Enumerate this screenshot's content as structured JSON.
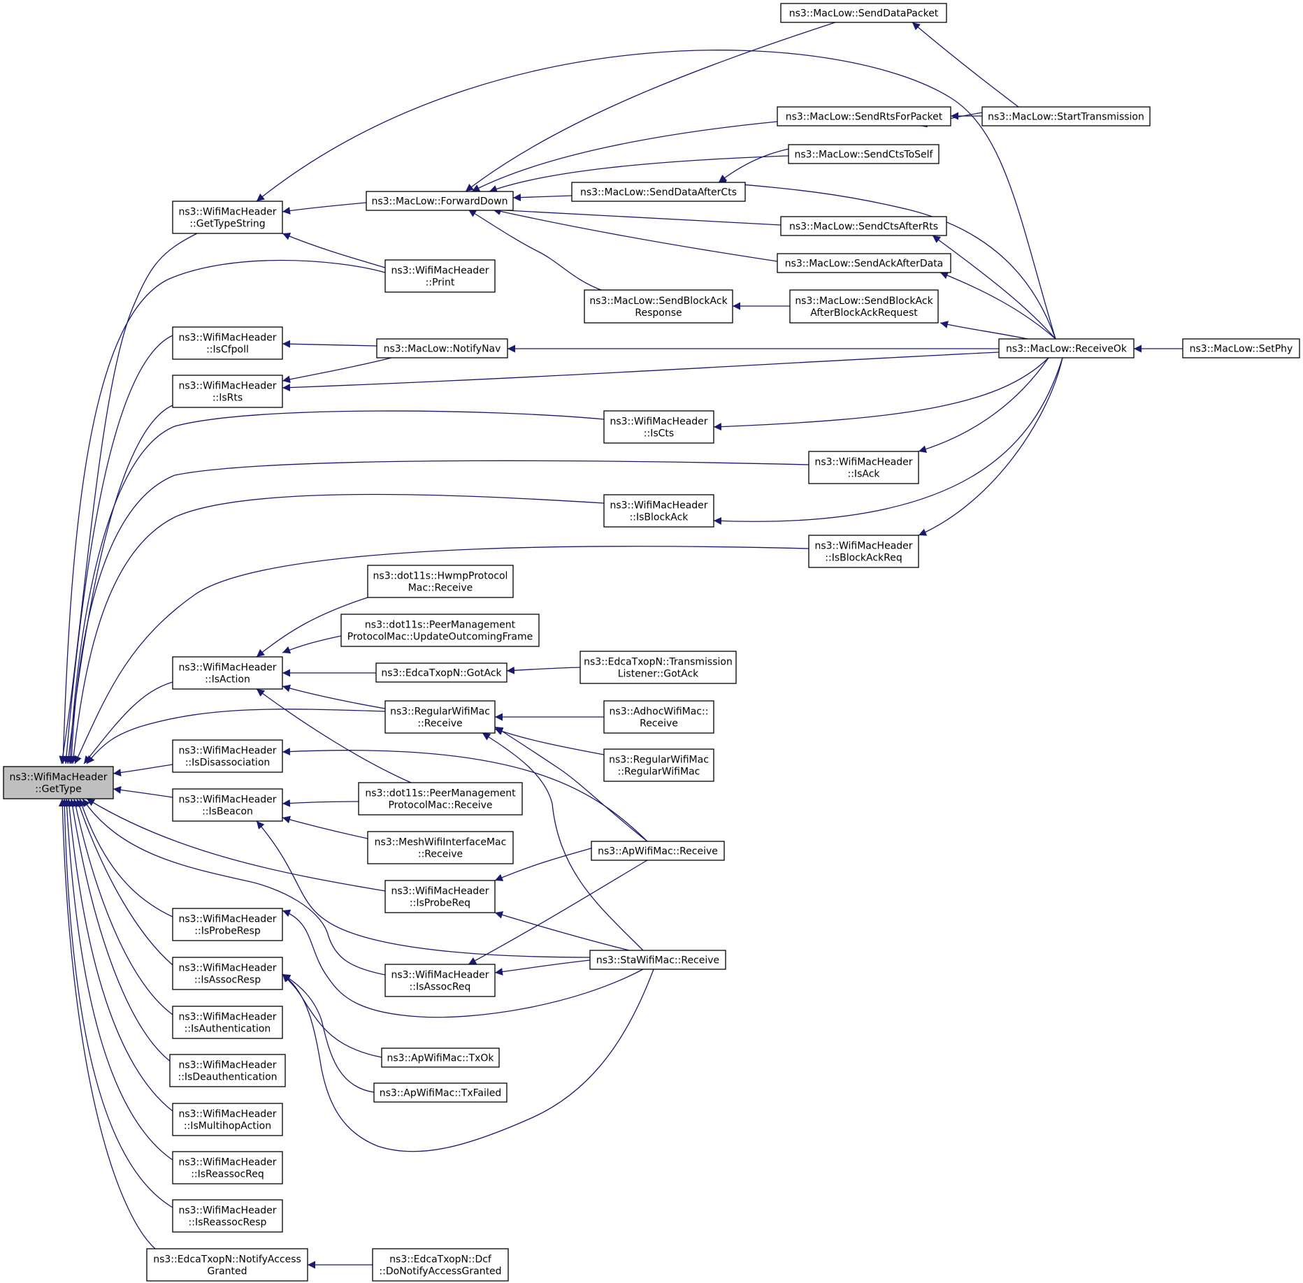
{
  "graph": {
    "edge_color": "#191970",
    "root_fill": "#bfbfbf",
    "nodes": [
      {
        "id": "root",
        "lines": [
          "ns3::WifiMacHeader",
          "::GetType"
        ],
        "root": true
      },
      {
        "id": "getTypeString",
        "lines": [
          "ns3::WifiMacHeader",
          "::GetTypeString"
        ]
      },
      {
        "id": "forwardDown",
        "lines": [
          "ns3::MacLow::ForwardDown"
        ]
      },
      {
        "id": "print",
        "lines": [
          "ns3::WifiMacHeader",
          "::Print"
        ]
      },
      {
        "id": "sendDataPacket",
        "lines": [
          "ns3::MacLow::SendDataPacket"
        ]
      },
      {
        "id": "sendRtsForPacket",
        "lines": [
          "ns3::MacLow::SendRtsForPacket"
        ]
      },
      {
        "id": "startTransmission",
        "lines": [
          "ns3::MacLow::StartTransmission"
        ]
      },
      {
        "id": "sendCtsToSelf",
        "lines": [
          "ns3::MacLow::SendCtsToSelf"
        ]
      },
      {
        "id": "sendDataAfterCts",
        "lines": [
          "ns3::MacLow::SendDataAfterCts"
        ]
      },
      {
        "id": "sendCtsAfterRts",
        "lines": [
          "ns3::MacLow::SendCtsAfterRts"
        ]
      },
      {
        "id": "sendAckAfterData",
        "lines": [
          "ns3::MacLow::SendAckAfterData"
        ]
      },
      {
        "id": "sendBlockAckResponse",
        "lines": [
          "ns3::MacLow::SendBlockAck",
          "Response"
        ]
      },
      {
        "id": "sendBlockAckAfterReq",
        "lines": [
          "ns3::MacLow::SendBlockAck",
          "AfterBlockAckRequest"
        ]
      },
      {
        "id": "receiveOk",
        "lines": [
          "ns3::MacLow::ReceiveOk"
        ]
      },
      {
        "id": "setPhy",
        "lines": [
          "ns3::MacLow::SetPhy"
        ]
      },
      {
        "id": "isCfpoll",
        "lines": [
          "ns3::WifiMacHeader",
          "::IsCfpoll"
        ]
      },
      {
        "id": "notifyNav",
        "lines": [
          "ns3::MacLow::NotifyNav"
        ]
      },
      {
        "id": "isRts",
        "lines": [
          "ns3::WifiMacHeader",
          "::IsRts"
        ]
      },
      {
        "id": "isCts",
        "lines": [
          "ns3::WifiMacHeader",
          "::IsCts"
        ]
      },
      {
        "id": "isAck",
        "lines": [
          "ns3::WifiMacHeader",
          "::IsAck"
        ]
      },
      {
        "id": "isBlockAck",
        "lines": [
          "ns3::WifiMacHeader",
          "::IsBlockAck"
        ]
      },
      {
        "id": "isBlockAckReq",
        "lines": [
          "ns3::WifiMacHeader",
          "::IsBlockAckReq"
        ]
      },
      {
        "id": "hwmpReceive",
        "lines": [
          "ns3::dot11s::HwmpProtocol",
          "Mac::Receive"
        ]
      },
      {
        "id": "pmpUpdateFrame",
        "lines": [
          "ns3::dot11s::PeerManagement",
          "ProtocolMac::UpdateOutcomingFrame"
        ]
      },
      {
        "id": "isAction",
        "lines": [
          "ns3::WifiMacHeader",
          "::IsAction"
        ]
      },
      {
        "id": "edcaGotAck",
        "lines": [
          "ns3::EdcaTxopN::GotAck"
        ]
      },
      {
        "id": "txListenerGotAck",
        "lines": [
          "ns3::EdcaTxopN::Transmission",
          "Listener::GotAck"
        ]
      },
      {
        "id": "regularReceive",
        "lines": [
          "ns3::RegularWifiMac",
          "::Receive"
        ]
      },
      {
        "id": "adhocReceive",
        "lines": [
          "ns3::AdhocWifiMac::",
          "Receive"
        ]
      },
      {
        "id": "regularCtor",
        "lines": [
          "ns3::RegularWifiMac",
          "::RegularWifiMac"
        ]
      },
      {
        "id": "isDisassociation",
        "lines": [
          "ns3::WifiMacHeader",
          "::IsDisassociation"
        ]
      },
      {
        "id": "isBeacon",
        "lines": [
          "ns3::WifiMacHeader",
          "::IsBeacon"
        ]
      },
      {
        "id": "pmpReceive",
        "lines": [
          "ns3::dot11s::PeerManagement",
          "ProtocolMac::Receive"
        ]
      },
      {
        "id": "meshReceive",
        "lines": [
          "ns3::MeshWifiInterfaceMac",
          "::Receive"
        ]
      },
      {
        "id": "apReceive",
        "lines": [
          "ns3::ApWifiMac::Receive"
        ]
      },
      {
        "id": "isProbeReq",
        "lines": [
          "ns3::WifiMacHeader",
          "::IsProbeReq"
        ]
      },
      {
        "id": "isProbeResp",
        "lines": [
          "ns3::WifiMacHeader",
          "::IsProbeResp"
        ]
      },
      {
        "id": "staReceive",
        "lines": [
          "ns3::StaWifiMac::Receive"
        ]
      },
      {
        "id": "isAssocResp",
        "lines": [
          "ns3::WifiMacHeader",
          "::IsAssocResp"
        ]
      },
      {
        "id": "isAssocReq",
        "lines": [
          "ns3::WifiMacHeader",
          "::IsAssocReq"
        ]
      },
      {
        "id": "isAuthentication",
        "lines": [
          "ns3::WifiMacHeader",
          "::IsAuthentication"
        ]
      },
      {
        "id": "apTxOk",
        "lines": [
          "ns3::ApWifiMac::TxOk"
        ]
      },
      {
        "id": "isDeauthentication",
        "lines": [
          "ns3::WifiMacHeader",
          "::IsDeauthentication"
        ]
      },
      {
        "id": "apTxFailed",
        "lines": [
          "ns3::ApWifiMac::TxFailed"
        ]
      },
      {
        "id": "isMultihopAction",
        "lines": [
          "ns3::WifiMacHeader",
          "::IsMultihopAction"
        ]
      },
      {
        "id": "isReassocReq",
        "lines": [
          "ns3::WifiMacHeader",
          "::IsReassocReq"
        ]
      },
      {
        "id": "isReassocResp",
        "lines": [
          "ns3::WifiMacHeader",
          "::IsReassocResp"
        ]
      },
      {
        "id": "notifyAccessGranted",
        "lines": [
          "ns3::EdcaTxopN::NotifyAccess",
          "Granted"
        ]
      },
      {
        "id": "dcfNotifyAccessGranted",
        "lines": [
          "ns3::EdcaTxopN::Dcf",
          "::DoNotifyAccessGranted"
        ]
      }
    ],
    "edges": [
      {
        "from": "getTypeString",
        "to": "root"
      },
      {
        "from": "forwardDown",
        "to": "getTypeString"
      },
      {
        "from": "print",
        "to": "getTypeString"
      },
      {
        "from": "receiveOk",
        "to": "getTypeString"
      },
      {
        "from": "sendDataPacket",
        "to": "forwardDown"
      },
      {
        "from": "sendRtsForPacket",
        "to": "forwardDown"
      },
      {
        "from": "sendCtsToSelf",
        "to": "forwardDown"
      },
      {
        "from": "sendDataAfterCts",
        "to": "forwardDown"
      },
      {
        "from": "sendCtsAfterRts",
        "to": "forwardDown"
      },
      {
        "from": "sendAckAfterData",
        "to": "forwardDown"
      },
      {
        "from": "sendBlockAckResponse",
        "to": "forwardDown"
      },
      {
        "from": "startTransmission",
        "to": "sendDataPacket"
      },
      {
        "from": "startTransmission",
        "to": "sendRtsForPacket"
      },
      {
        "from": "startTransmission",
        "to": "sendCtsToSelf"
      },
      {
        "from": "sendCtsToSelf",
        "to": "sendDataAfterCts"
      },
      {
        "from": "receiveOk",
        "to": "sendDataAfterCts"
      },
      {
        "from": "receiveOk",
        "to": "sendCtsAfterRts"
      },
      {
        "from": "receiveOk",
        "to": "sendAckAfterData"
      },
      {
        "from": "sendBlockAckAfterReq",
        "to": "sendBlockAckResponse"
      },
      {
        "from": "receiveOk",
        "to": "sendBlockAckAfterReq"
      },
      {
        "from": "setPhy",
        "to": "receiveOk"
      },
      {
        "from": "print",
        "to": "root"
      },
      {
        "from": "isCfpoll",
        "to": "root"
      },
      {
        "from": "notifyNav",
        "to": "isCfpoll"
      },
      {
        "from": "receiveOk",
        "to": "notifyNav"
      },
      {
        "from": "isRts",
        "to": "root"
      },
      {
        "from": "notifyNav",
        "to": "isRts"
      },
      {
        "from": "receiveOk",
        "to": "isRts"
      },
      {
        "from": "isCts",
        "to": "root"
      },
      {
        "from": "receiveOk",
        "to": "isCts"
      },
      {
        "from": "isAck",
        "to": "root"
      },
      {
        "from": "receiveOk",
        "to": "isAck"
      },
      {
        "from": "isBlockAck",
        "to": "root"
      },
      {
        "from": "receiveOk",
        "to": "isBlockAck"
      },
      {
        "from": "isBlockAckReq",
        "to": "root"
      },
      {
        "from": "receiveOk",
        "to": "isBlockAckReq"
      },
      {
        "from": "isAction",
        "to": "root"
      },
      {
        "from": "hwmpReceive",
        "to": "isAction"
      },
      {
        "from": "pmpUpdateFrame",
        "to": "isAction"
      },
      {
        "from": "edcaGotAck",
        "to": "isAction"
      },
      {
        "from": "regularReceive",
        "to": "isAction"
      },
      {
        "from": "pmpReceive",
        "to": "isAction"
      },
      {
        "from": "txListenerGotAck",
        "to": "edcaGotAck"
      },
      {
        "from": "regularReceive",
        "to": "root"
      },
      {
        "from": "adhocReceive",
        "to": "regularReceive"
      },
      {
        "from": "regularCtor",
        "to": "regularReceive"
      },
      {
        "from": "apReceive",
        "to": "regularReceive"
      },
      {
        "from": "staReceive",
        "to": "regularReceive"
      },
      {
        "from": "isDisassociation",
        "to": "root"
      },
      {
        "from": "apReceive",
        "to": "isDisassociation"
      },
      {
        "from": "isBeacon",
        "to": "root"
      },
      {
        "from": "pmpReceive",
        "to": "isBeacon"
      },
      {
        "from": "meshReceive",
        "to": "isBeacon"
      },
      {
        "from": "staReceive",
        "to": "isBeacon"
      },
      {
        "from": "isProbeReq",
        "to": "root"
      },
      {
        "from": "apReceive",
        "to": "isProbeReq"
      },
      {
        "from": "staReceive",
        "to": "isProbeReq"
      },
      {
        "from": "isProbeResp",
        "to": "root"
      },
      {
        "from": "staReceive",
        "to": "isProbeResp"
      },
      {
        "from": "isAssocResp",
        "to": "root"
      },
      {
        "from": "apTxOk",
        "to": "isAssocResp"
      },
      {
        "from": "apTxFailed",
        "to": "isAssocResp"
      },
      {
        "from": "staReceive",
        "to": "isAssocResp"
      },
      {
        "from": "isAssocReq",
        "to": "root"
      },
      {
        "from": "apReceive",
        "to": "isAssocReq"
      },
      {
        "from": "staReceive",
        "to": "isAssocReq"
      },
      {
        "from": "isAuthentication",
        "to": "root"
      },
      {
        "from": "isDeauthentication",
        "to": "root"
      },
      {
        "from": "isMultihopAction",
        "to": "root"
      },
      {
        "from": "isReassocReq",
        "to": "root"
      },
      {
        "from": "isReassocResp",
        "to": "root"
      },
      {
        "from": "notifyAccessGranted",
        "to": "root"
      },
      {
        "from": "dcfNotifyAccessGranted",
        "to": "notifyAccessGranted"
      }
    ]
  }
}
